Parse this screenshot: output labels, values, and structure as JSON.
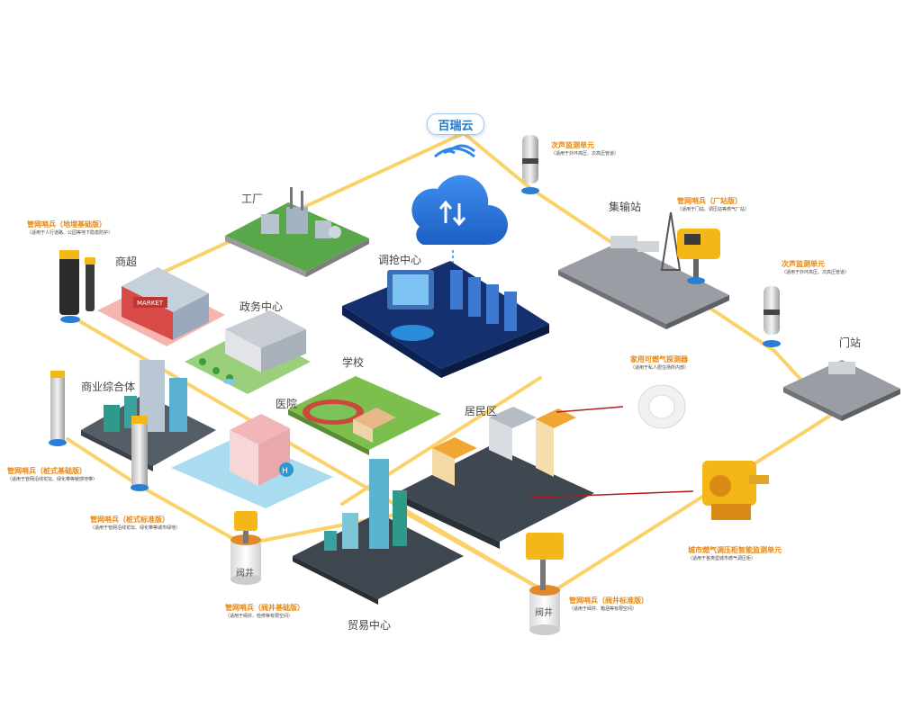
{
  "cloud": {
    "label": "百瑞云"
  },
  "areas": {
    "factory": "工厂",
    "control_center": "调抢中心",
    "supermarket": "商超",
    "government": "政务中心",
    "commercial_complex": "商业综合体",
    "school": "学校",
    "hospital": "医院",
    "residential": "居民区",
    "trade_center": "贸易中心",
    "gathering_station": "集输站",
    "gate_station": "门站",
    "valve_well_left": "阀井",
    "valve_well_right": "阀井"
  },
  "devices": {
    "acoustic_1": {
      "title": "次声监测单元",
      "desc": "（适用于外环高压、次高压管道）"
    },
    "acoustic_2": {
      "title": "次声监测单元",
      "desc": "（适用于外环高压、次高压管道）"
    },
    "station_sentinel": {
      "title": "管网哨兵（厂站版）",
      "desc": "（适用于门站、调压站等燃气厂站）"
    },
    "pipe_sentinel_underground": {
      "title": "管网哨兵（地埋基础版）",
      "desc": "（适用于人行道路、公园等地下隐患防护）"
    },
    "pipe_sentinel_pile_basic": {
      "title": "管网哨兵（桩式基础版）",
      "desc": "（适用于管网沿线花坛、绿化带等敏感地带）"
    },
    "pipe_sentinel_pile_standard": {
      "title": "管网哨兵（桩式标准版）",
      "desc": "（适用于管网沿线花坛、绿化带等城市绿地）"
    },
    "pipe_sentinel_well_basic": {
      "title": "管网哨兵（阀井基础版）",
      "desc": "（适用于阀井、检修等有限空间）"
    },
    "pipe_sentinel_well_standard": {
      "title": "管网哨兵（阀井标准版）",
      "desc": "（适用于阀井、箱涵等有限空间）"
    },
    "home_detector": {
      "title": "家用可燃气探测器",
      "desc": "（适用于私人居住场所内部）"
    },
    "regulator_monitor": {
      "title": "城市燃气调压柜智能监测单元",
      "desc": "（适用于各类型城市燃气调压柜）"
    }
  },
  "colors": {
    "pipeline": "#fbd26a",
    "accent_orange": "#e8870e",
    "cloud_blue": "#2673d6",
    "control_dark": "#14306e",
    "sentinel_yellow": "#f3b718",
    "pointer_red": "#b01e1e"
  }
}
